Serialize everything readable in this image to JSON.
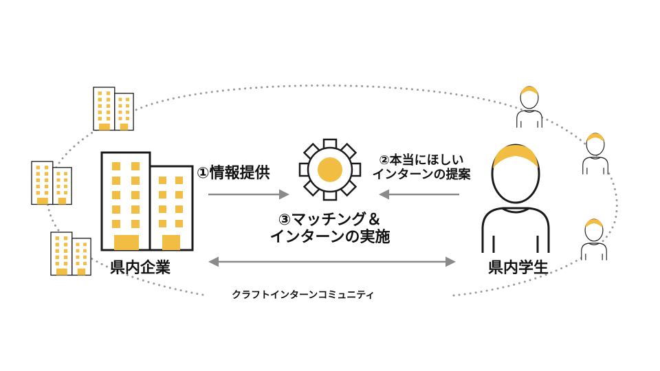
{
  "labels": {
    "step1": "①情報提供",
    "step2_line1": "②本当にほしい",
    "step2_line2": "インターンの提案",
    "step3_line1": "③マッチング＆",
    "step3_line2": "インターンの実施",
    "companies": "県内企業",
    "students": "県内学生",
    "community": "クラフトインターンコミュニティ"
  },
  "colors": {
    "accent": "#f1bd42",
    "outline": "#1a1a1a",
    "arrow": "#8a8a8a",
    "dots": "#9a9a9a",
    "text": "#111111"
  },
  "icons": [
    "building-icon",
    "gear-icon",
    "person-icon"
  ]
}
